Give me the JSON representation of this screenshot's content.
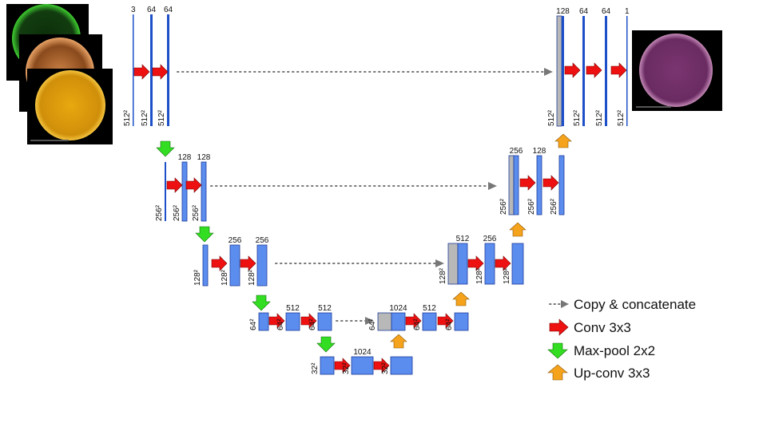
{
  "legend": [
    {
      "key": "copy",
      "label": "Copy & concatenate",
      "icon": "gray-dotted-arrow-icon"
    },
    {
      "key": "conv",
      "label": "Conv 3x3",
      "icon": "red-right-arrow-icon"
    },
    {
      "key": "pool",
      "label": "Max-pool 2x2",
      "icon": "green-down-arrow-icon"
    },
    {
      "key": "up",
      "label": "Up-conv 3x3",
      "icon": "orange-up-arrow-icon"
    }
  ],
  "colors": {
    "feature_map": "#5b8def",
    "copied_map": "#b8b8b8",
    "conv_arrow": "#ee1111",
    "pool_arrow": "#33dd22",
    "up_arrow": "#f5a21c",
    "copy_arrow": "#777777",
    "thin_line": "#1d50c8"
  },
  "encoder": [
    {
      "level": 1,
      "channels": [
        "3",
        "64",
        "64"
      ],
      "sizes": [
        "512²",
        "512²",
        "512²"
      ]
    },
    {
      "level": 2,
      "channels": [
        "128",
        "128"
      ],
      "sizes": [
        "256²",
        "256²",
        "256²"
      ]
    },
    {
      "level": 3,
      "channels": [
        "256",
        "256"
      ],
      "sizes": [
        "128²",
        "128²",
        "128²"
      ]
    },
    {
      "level": 4,
      "channels": [
        "512",
        "512"
      ],
      "sizes": [
        "64²",
        "64²",
        "64²"
      ]
    }
  ],
  "bottleneck": {
    "channels": [
      "1024"
    ],
    "sizes": [
      "32²",
      "32²",
      "32²"
    ]
  },
  "decoder": [
    {
      "level": 4,
      "channels": [
        "1024",
        "512"
      ],
      "sizes": [
        "64²",
        "64²",
        "64²"
      ]
    },
    {
      "level": 3,
      "channels": [
        "512",
        "256"
      ],
      "sizes": [
        "128²",
        "128²",
        "128²"
      ]
    },
    {
      "level": 2,
      "channels": [
        "256",
        "128"
      ],
      "sizes": [
        "256²",
        "256²",
        "256²"
      ]
    },
    {
      "level": 1,
      "channels": [
        "128",
        "64",
        "64",
        "1"
      ],
      "sizes": [
        "512²",
        "512²",
        "512²",
        "512²"
      ]
    }
  ],
  "input_images": [
    {
      "tint": "green",
      "color": "#1f8a1a"
    },
    {
      "tint": "copper",
      "color": "#b8652a"
    },
    {
      "tint": "gold",
      "color": "#d99a10"
    }
  ],
  "output_image": {
    "tint": "magenta",
    "color": "#8a3e7c"
  }
}
